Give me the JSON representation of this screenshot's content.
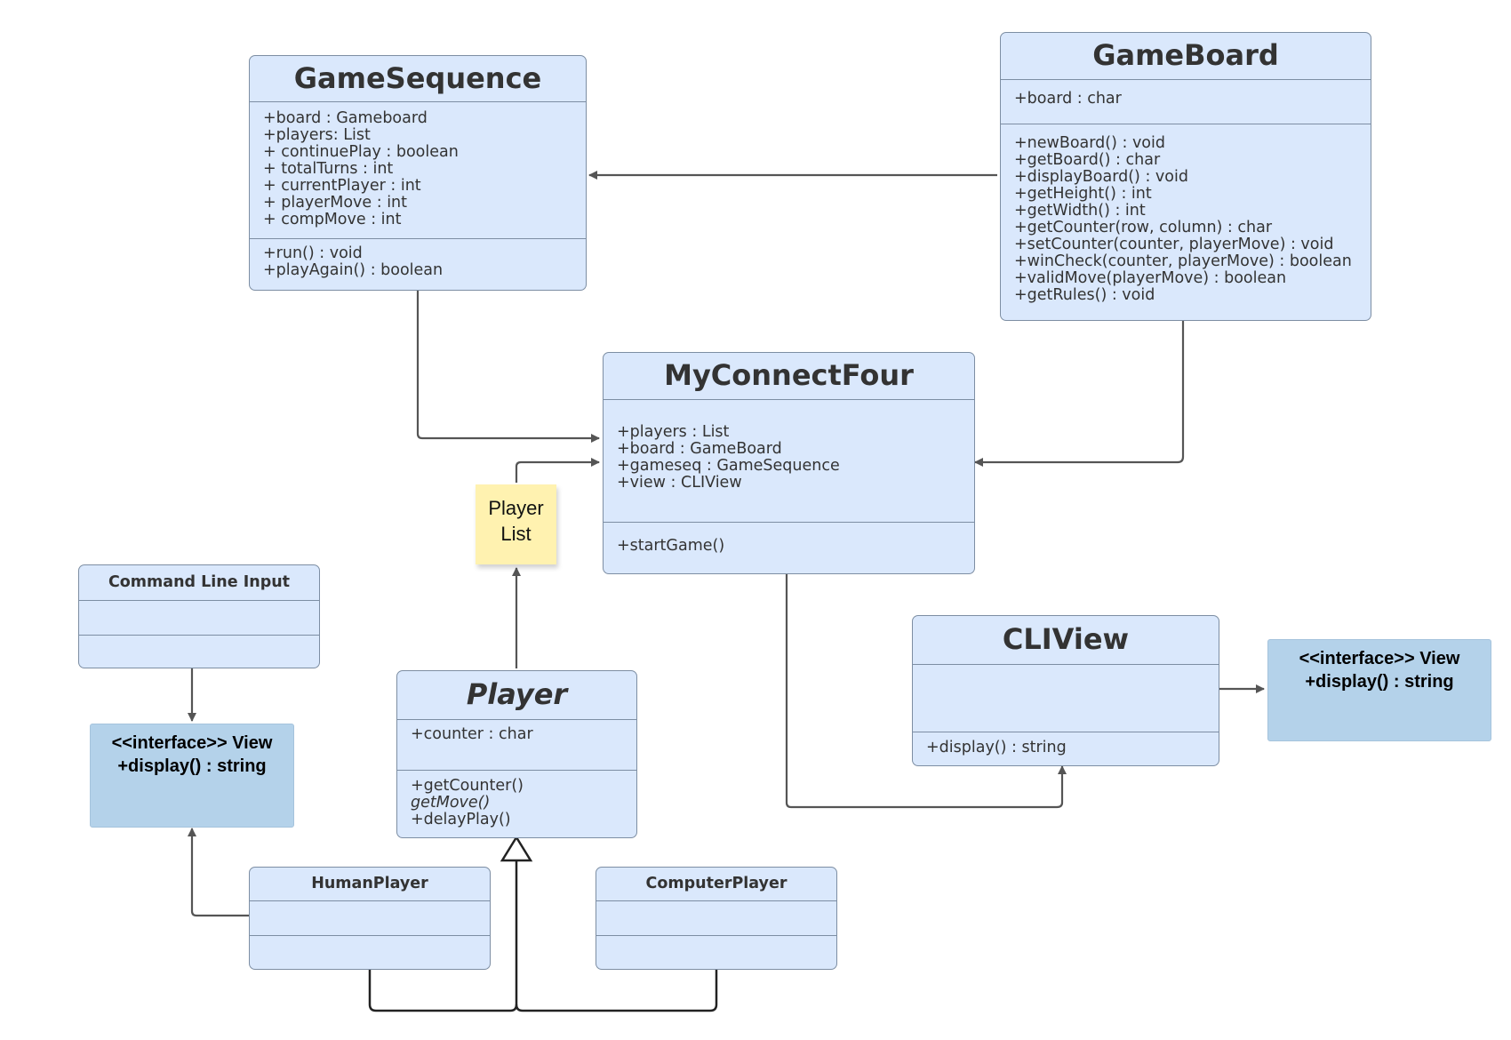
{
  "classes": {
    "gamesequence": {
      "title": "GameSequence",
      "attributes": [
        "+board : Gameboard",
        "+players: List",
        "+ continuePlay : boolean",
        "+ totalTurns : int",
        "+ currentPlayer : int",
        "+ playerMove : int",
        "+ compMove : int"
      ],
      "methods": [
        "+run() : void",
        "+playAgain() : boolean"
      ]
    },
    "gameboard": {
      "title": "GameBoard",
      "attributes": [
        "+board : char"
      ],
      "methods": [
        "+newBoard() : void",
        "+getBoard() : char",
        "+displayBoard() : void",
        "+getHeight() : int",
        "+getWidth() : int",
        "+getCounter(row, column) : char",
        "+setCounter(counter, playerMove) : void",
        "+winCheck(counter, playerMove) : boolean",
        "+validMove(playerMove) : boolean",
        "+getRules() : void"
      ]
    },
    "myconnectfour": {
      "title": "MyConnectFour",
      "attributes": [
        "+players : List",
        "+board : GameBoard",
        "+gameseq : GameSequence",
        "+view : CLIView"
      ],
      "methods": [
        "+startGame()"
      ]
    },
    "cliview": {
      "title": "CLIView",
      "methods": [
        "+display() : string"
      ]
    },
    "player": {
      "title": "Player",
      "attributes": [
        "+counter : char"
      ],
      "methods": [
        "+getCounter()",
        "getMove()",
        "+delayPlay()"
      ]
    },
    "commandlineinput": {
      "title": "Command Line Input"
    },
    "humanplayer": {
      "title": "HumanPlayer"
    },
    "computerplayer": {
      "title": "ComputerPlayer"
    }
  },
  "interfaces": {
    "left": {
      "line1": "<<interface>> View",
      "line2": "+display() : string"
    },
    "right": {
      "line1": "<<interface>> View",
      "line2": "+display() : string"
    }
  },
  "note": {
    "line1": "Player",
    "line2": "List"
  },
  "colors": {
    "class_fill": "#dae8fc",
    "interface_fill": "#b4d2ea",
    "note_fill": "#fff2b0",
    "line": "#555555"
  }
}
